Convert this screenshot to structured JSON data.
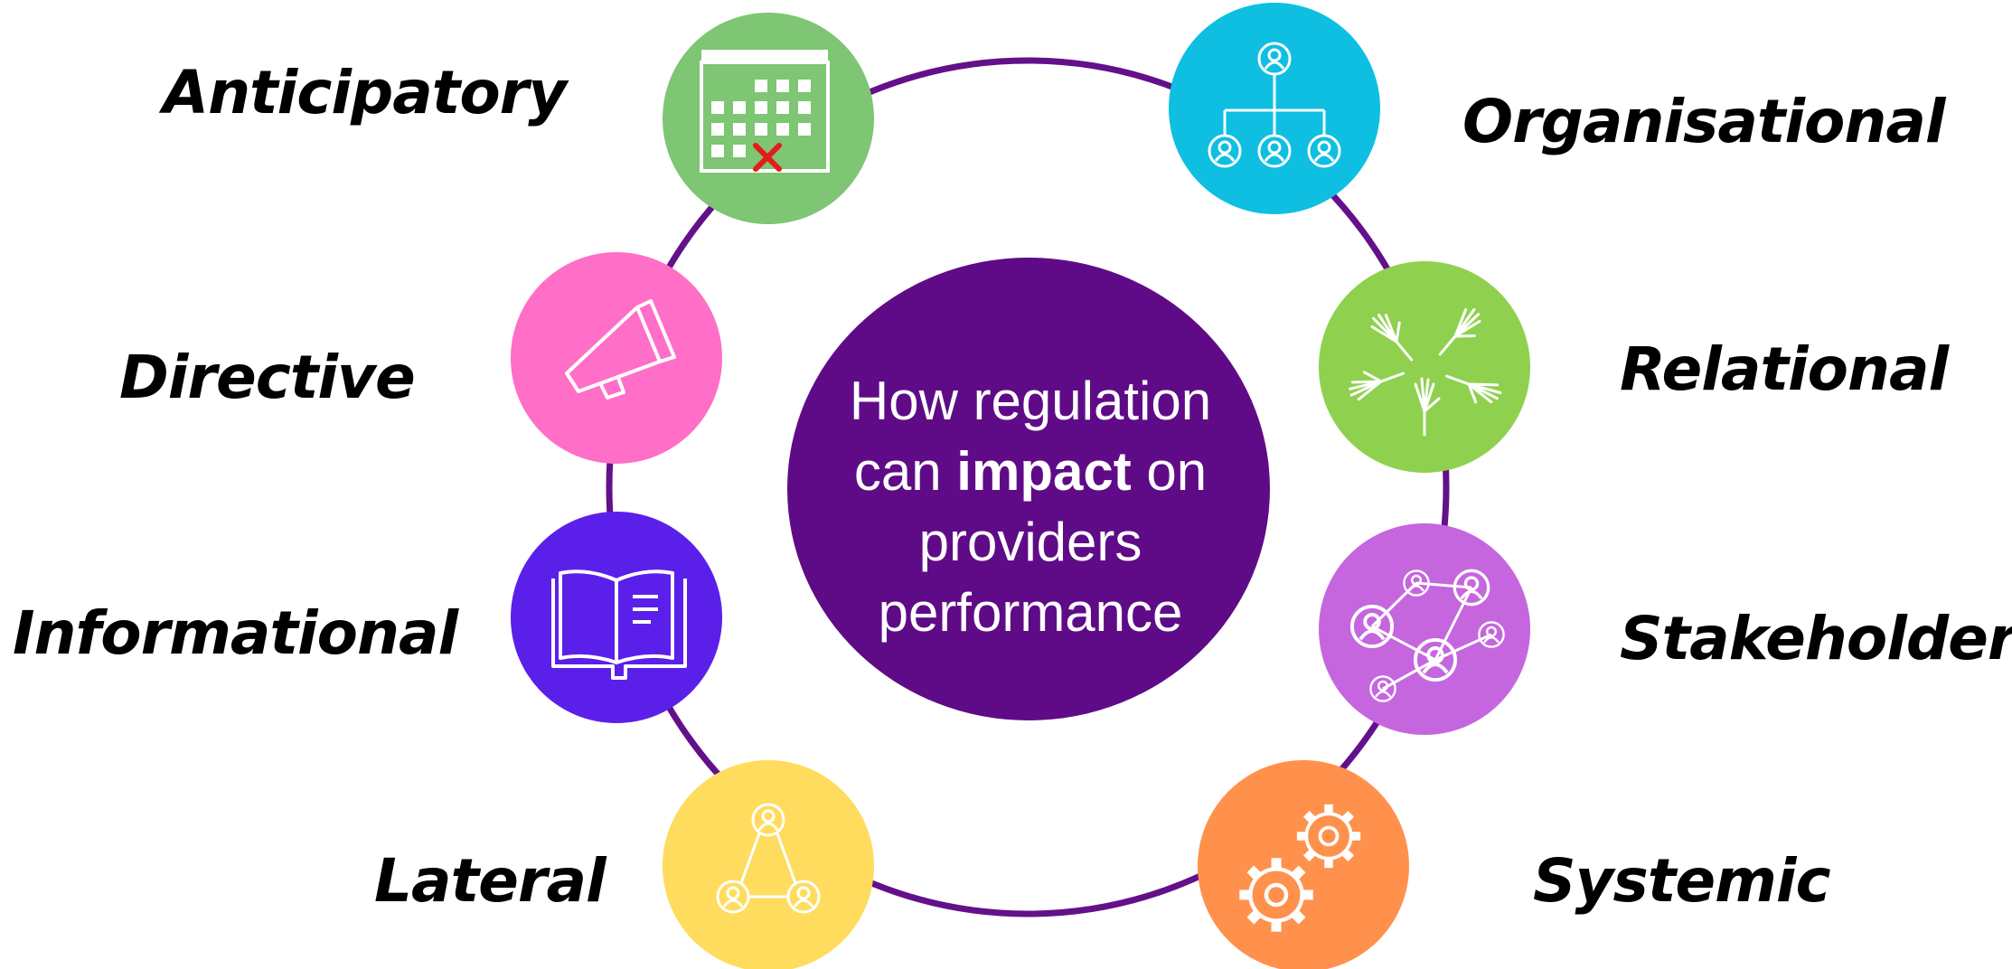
{
  "center": {
    "line1": "How regulation",
    "line2_before": "can ",
    "line2_bold": "impact",
    "line2_after": " on",
    "line3": "providers",
    "line4": "performance"
  },
  "labels": {
    "anticipatory": "Anticipatory",
    "directive": "Directive",
    "informational": "Informational",
    "lateral": "Lateral",
    "organisational": "Organisational",
    "relational": "Relational",
    "stakeholder": "Stakeholder",
    "systemic": "Systemic"
  },
  "colors": {
    "ring": "#63108a",
    "center": "#5f0b87",
    "anticipatory": "#7ec574",
    "directive": "#ff6ec7",
    "informational": "#5b1fea",
    "lateral": "#ffdc5d",
    "organisational": "#0ebfe2",
    "relational": "#8fd14f",
    "stakeholder": "#c566df",
    "systemic": "#ff914d",
    "cross": "#e41b1b"
  },
  "icons": {
    "anticipatory": "calendar-icon",
    "directive": "megaphone-icon",
    "informational": "open-book-icon",
    "lateral": "people-triangle-icon",
    "organisational": "org-chart-icon",
    "relational": "hands-circle-icon",
    "stakeholder": "network-icon",
    "systemic": "gears-icon"
  }
}
